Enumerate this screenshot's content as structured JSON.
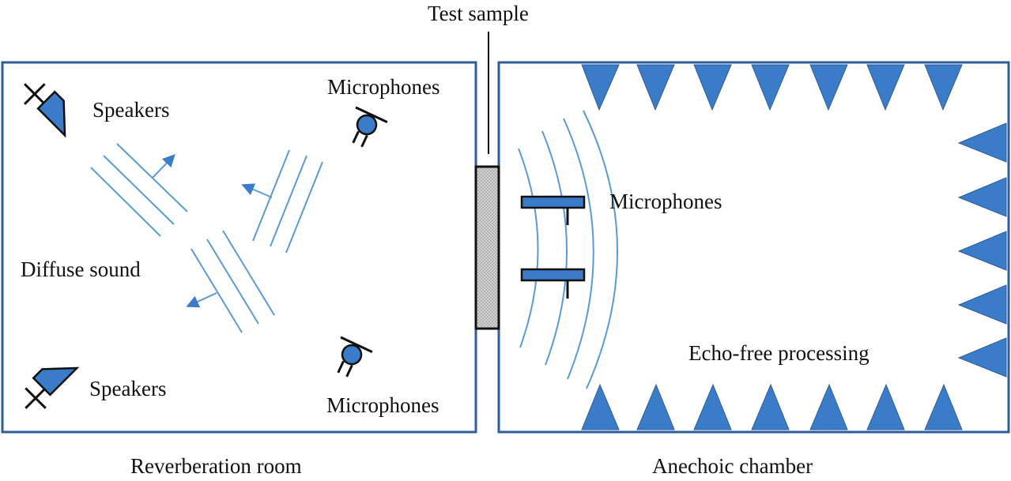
{
  "diagram": {
    "colors": {
      "wall": "#2f5d9c",
      "fill": "#3a7cc8",
      "wave": "#5b9bd5",
      "ink": "#111111",
      "sample": "#c8c8c8"
    },
    "labels": {
      "test_sample": "Test sample",
      "speakers_top": "Speakers",
      "microphones_top": "Microphones",
      "diffuse_sound": "Diffuse sound",
      "speakers_bottom": "Speakers",
      "microphones_bottom": "Microphones",
      "microphones_right": "Microphones",
      "echo_free": "Echo-free processing",
      "reverberation_room": "Reverberation room",
      "anechoic_chamber": "Anechoic chamber"
    },
    "icons": [
      "speaker-icon",
      "microphone-icon",
      "wedge-absorber-icon",
      "arrow-icon"
    ]
  }
}
